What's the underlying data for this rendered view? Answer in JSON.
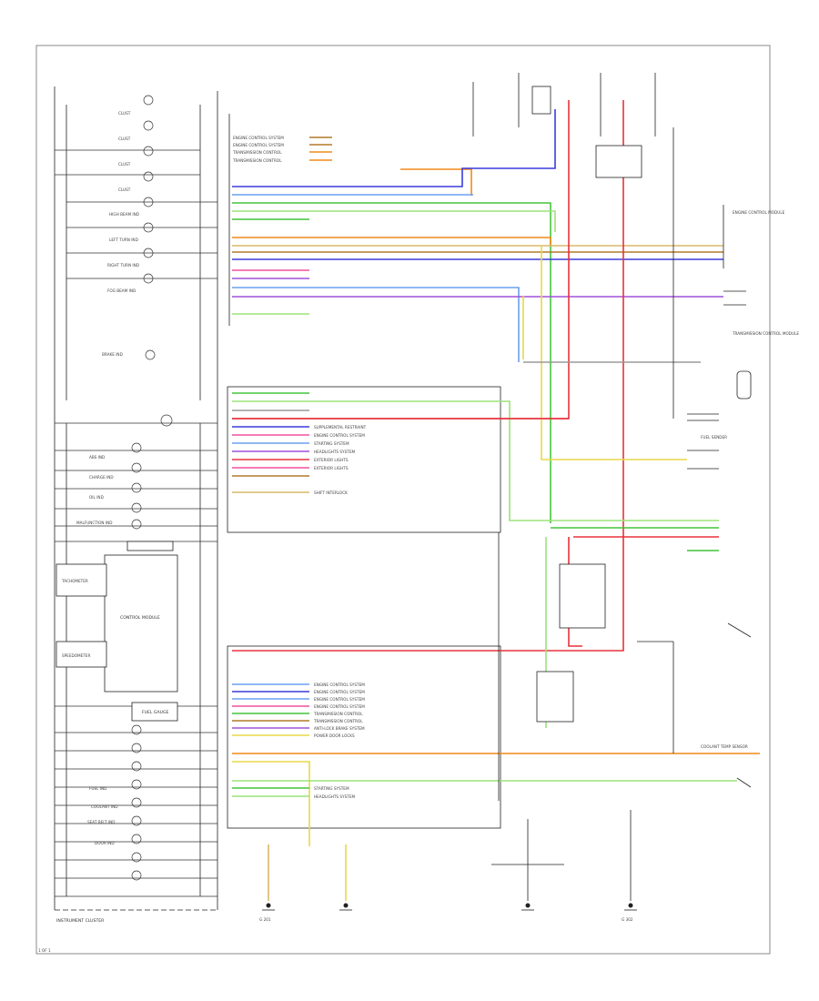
{
  "labels": {
    "instrument_cluster": "INSTRUMENT CLUSTER",
    "page_ref": "1 OF 1",
    "control_module": "CONTROL MODULE",
    "fuel_sender": "FUEL SENDER",
    "fuel_gauge": "FUEL GAUGE",
    "coolant_temp": "COOLANT TEMP SENSOR",
    "left_ground": "G 201",
    "right_ground": "G 302",
    "engine_module": "ENGINE CONTROL MODULE",
    "transmission_module": "TRANSMISSION CONTROL MODULE"
  },
  "cluster_items": [
    "CLUST",
    "CLUST",
    "CLUST",
    "CLUST",
    "HIGH BEAM IND",
    "LEFT TURN IND",
    "RIGHT TURN IND",
    "FOG BEAM IND",
    "BRAKE IND",
    "ABS IND",
    "CHARGE IND",
    "OIL IND",
    "MALFUNCTION IND",
    "SEAT BELT IND",
    "DOOR IND",
    "COOLANT IND",
    "FUEL IND",
    "TACHOMETER",
    "SPEEDOMETER"
  ],
  "wire_labels_top": [
    "ENGINE CONTROL SYSTEM",
    "ENGINE CONTROL SYSTEM",
    "TRANSMISSION CONTROL",
    "TRANSMISSION CONTROL"
  ],
  "wire_labels_mid": [
    "SUPPLEMENTAL RESTRAINT",
    "ENGINE CONTROL SYSTEM",
    "STARTING SYSTEM",
    "HEADLIGHTS SYSTEM",
    "EXTERIOR LIGHTS",
    "EXTERIOR LIGHTS",
    "SHIFT INTERLOCK"
  ],
  "wire_labels_low": [
    "ENGINE CONTROL SYSTEM",
    "ENGINE CONTROL SYSTEM",
    "ENGINE CONTROL SYSTEM",
    "ENGINE CONTROL SYSTEM",
    "TRANSMISSION CONTROL",
    "TRANSMISSION CONTROL",
    "ANTI-LOCK BRAKE SYSTEM",
    "POWER DOOR LOCKS",
    "STARTING SYSTEM",
    "HEADLIGHTS SYSTEM"
  ],
  "colors": {
    "red": "#e8323c",
    "blue": "#3b3bdb",
    "green": "#44c43a",
    "orange": "#f08a1a",
    "yellow": "#e8d84a",
    "pink": "#f050a0",
    "violet": "#a050d8",
    "brown": "#b07a2a",
    "gray": "#9a9a9a",
    "ltblue": "#6aa0f0",
    "ltgreen": "#9be37a",
    "tan": "#d8b86a",
    "black": "#222222",
    "white_stub": "#cccccc"
  }
}
